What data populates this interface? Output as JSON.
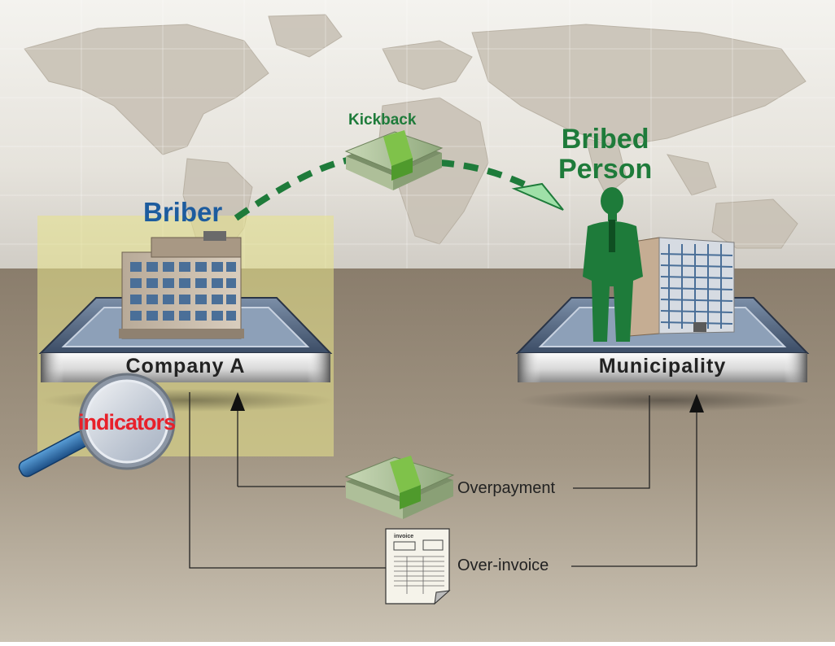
{
  "diagram": {
    "briber": "Briber",
    "kickback": "Kickback",
    "bribed_person_line1": "Bribed",
    "bribed_person_line2": "Person",
    "company": "Company A",
    "municipality": "Municipality",
    "indicators": "indicators",
    "overpayment": "Overpayment",
    "over_invoice": "Over-invoice",
    "invoice_heading": "invoice"
  },
  "colors": {
    "briber_blue": "#1d5c9e",
    "bribe_green": "#1e7b3a",
    "indicators_red": "#e8202a",
    "highlight_yellow": "#e8e48a",
    "ground_brown": "#8f8272"
  },
  "icons": [
    "world-map",
    "office-building-icon",
    "money-bundle-icon",
    "person-silhouette-icon",
    "government-building-icon",
    "magnifying-glass-icon",
    "invoice-document-icon"
  ]
}
